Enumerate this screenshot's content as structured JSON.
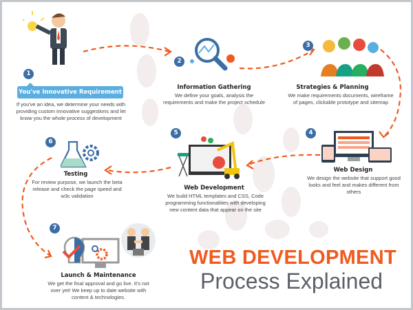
{
  "colors": {
    "accent": "#f05a1e",
    "step_number": "#3b6ea5",
    "label_bg": "#5aaee0",
    "heading": "#5b6068"
  },
  "heading": {
    "line1": "WEB DEVELOPMENT",
    "line2": "Process Explained"
  },
  "steps": [
    {
      "number": "1",
      "title": "You've Innovative Requirement",
      "description": "If you've an idea, we determine your needs with providing custom innovative suggestions and let know you the whole process of development",
      "icon": "businessman-idea-icon"
    },
    {
      "number": "2",
      "title": "Information Gathering",
      "description": "We define your goals, analysis the requirements and make the project schedule",
      "icon": "magnifier-icon"
    },
    {
      "number": "3",
      "title": "Strategies & Planning",
      "description": "We make requirements documents, wireframe of pages, clickable prototype and sitemap",
      "icon": "team-gears-icon"
    },
    {
      "number": "4",
      "title": "Web Design",
      "description": "We design the website that support good looks and feel and makes different from others",
      "icon": "responsive-devices-icon"
    },
    {
      "number": "5",
      "title": "Web Development",
      "description": "We build HTML templates and CSS, Code programming functionalities with developing new content data that appear on the site",
      "icon": "construction-monitor-icon"
    },
    {
      "number": "6",
      "title": "Testing",
      "description": "For review purpose, we launch the beta release and check the page speed and w3c validation",
      "icon": "flask-gear-icon"
    },
    {
      "number": "7",
      "title": "Launch & Maintenance",
      "description": "We get the final approval and go live.  It's not over yet! We keep up to date website with content & technologies.",
      "icon": "bulb-monitor-icon"
    }
  ]
}
